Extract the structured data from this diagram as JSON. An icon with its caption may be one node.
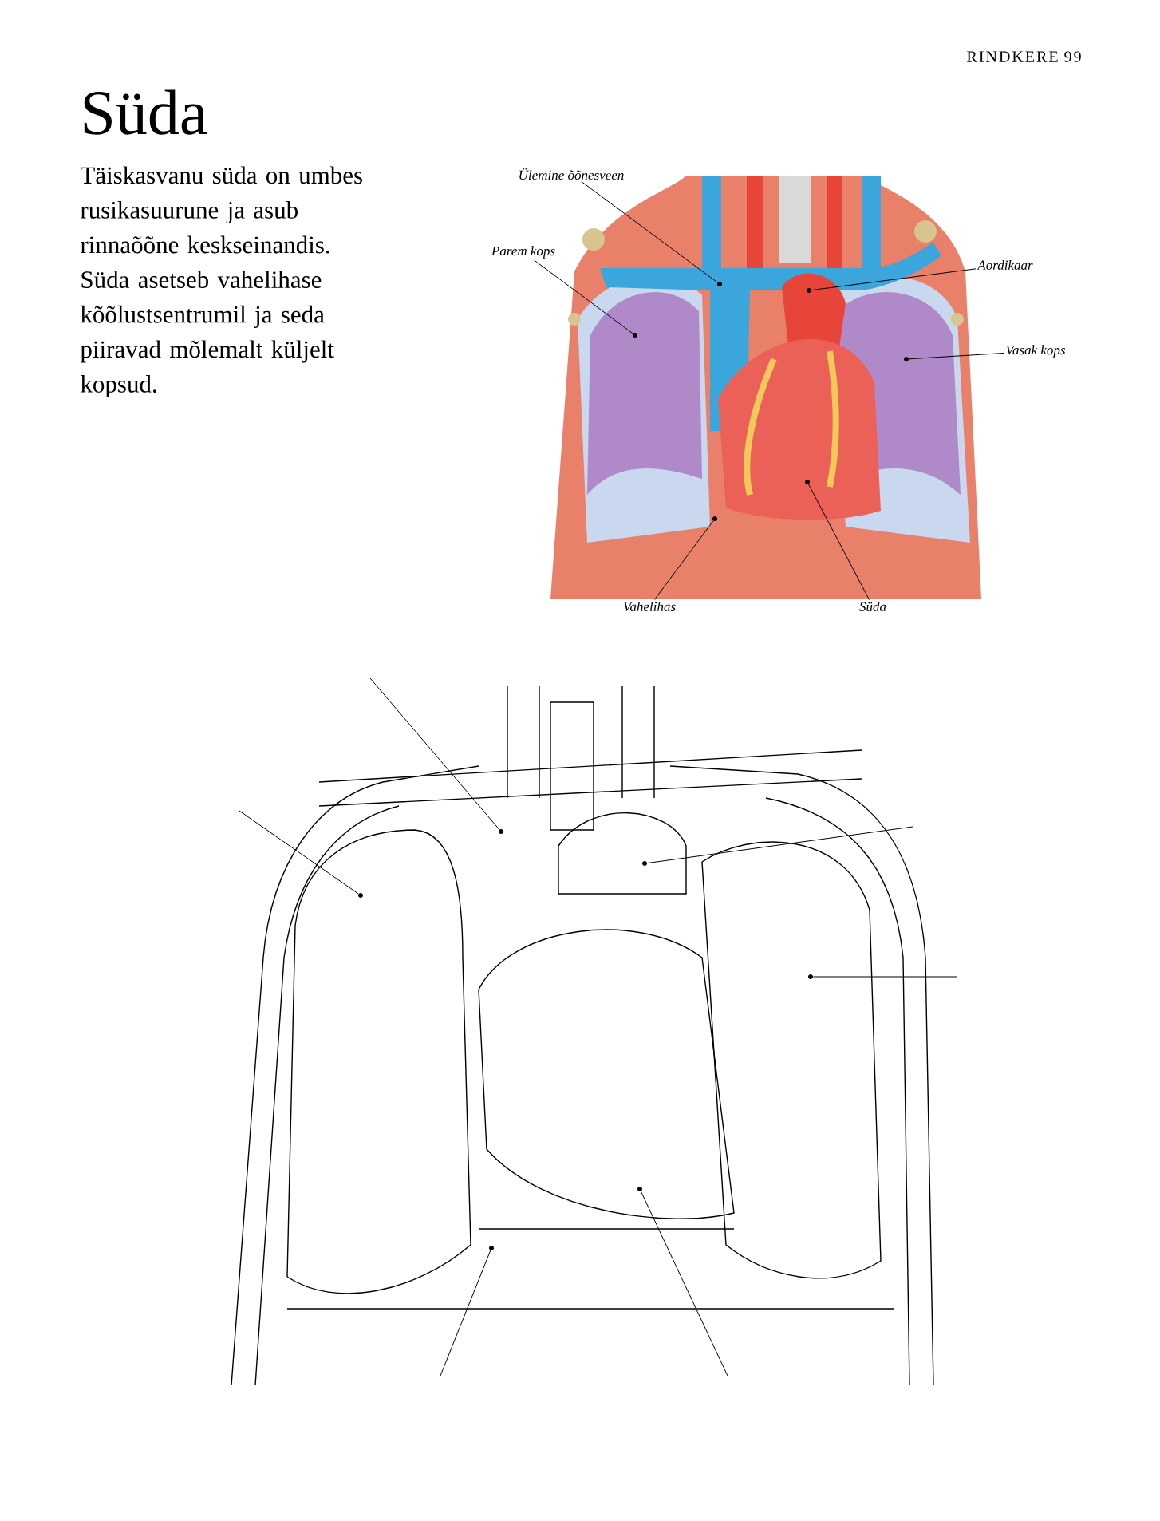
{
  "diagram": {
    "title": "Süda",
    "nodes": [
      {
        "text": [
          "Ülemine õõnesveen"
        ]
      },
      {
        "text": [],
        "shape": "circle"
      },
      {
        "text": [
          "Parem kops"
        ]
      },
      {
        "text": [],
        "shape": "circle"
      },
      {
        "text": [
          "Aordikaar"
        ]
      },
      {
        "text": [],
        "shape": "circle"
      },
      {
        "text": [
          "Vasak kops"
        ]
      },
      {
        "text": [],
        "shape": "circle"
      },
      {
        "text": [
          "Vahelihas"
        ]
      },
      {
        "text": [],
        "shape": "circle"
      },
      {
        "text": [
          "Süda"
        ]
      },
      {
        "text": [],
        "shape": "circle"
      },
      {
        "text": [],
        "shape": "circle"
      },
      {
        "text": [],
        "shape": "circle"
      },
      {
        "text": [],
        "shape": "circle"
      },
      {
        "text": [],
        "shape": "circle"
      },
      {
        "text": [],
        "shape": "circle"
      },
      {
        "text": [],
        "shape": "circle"
      }
    ],
    "edges": [
      {
        "from": 0,
        "to": 1,
        "arrow": "none"
      },
      {
        "from": 2,
        "to": 3,
        "arrow": "none"
      },
      {
        "from": 4,
        "to": 5,
        "arrow": "none"
      },
      {
        "from": 6,
        "to": 7,
        "arrow": "none"
      },
      {
        "from": 8,
        "to": 9,
        "arrow": "none"
      },
      {
        "from": 10,
        "to": 11,
        "arrow": "none"
      },
      {
        "from": null,
        "to": 12,
        "arrow": "none"
      },
      {
        "from": null,
        "to": 13,
        "arrow": "none"
      },
      {
        "from": null,
        "to": 14,
        "arrow": "none"
      },
      {
        "from": null,
        "to": 15,
        "arrow": "none"
      },
      {
        "from": null,
        "to": 16,
        "arrow": "none"
      },
      {
        "from": null,
        "to": 17,
        "arrow": "none"
      }
    ],
    "labels": [
      "RINDKERE 99",
      "Täiskasvanu süda on umbes rusikasuurune ja asub rinnaõõne keskseinandis. Süda asetseb vahelihase kõõlustsentrumil ja seda piiravad mõlemalt küljelt kopsud."
    ]
  }
}
